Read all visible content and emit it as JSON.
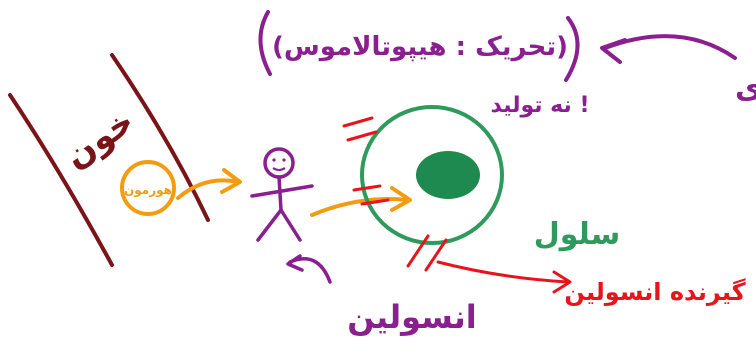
{
  "colors": {
    "purple": "#8a1f8f",
    "maroon": "#7a1418",
    "orange": "#f39c12",
    "green": "#2e9b5c",
    "nucleus": "#1f8a4f",
    "red": "#e8141c"
  },
  "labels": {
    "top_note": "(تحریک : هیپوتالاموس)",
    "exclaim": "! نه تولید",
    "blood": "خون",
    "hormone": "هورمون",
    "cell": "سلول",
    "receptor": "گیرنده انسولین",
    "insulin": "انسولین",
    "edge_fragment": "ی"
  },
  "icons": {
    "person": "stick-person-icon",
    "arrow": "arrow-icon"
  }
}
